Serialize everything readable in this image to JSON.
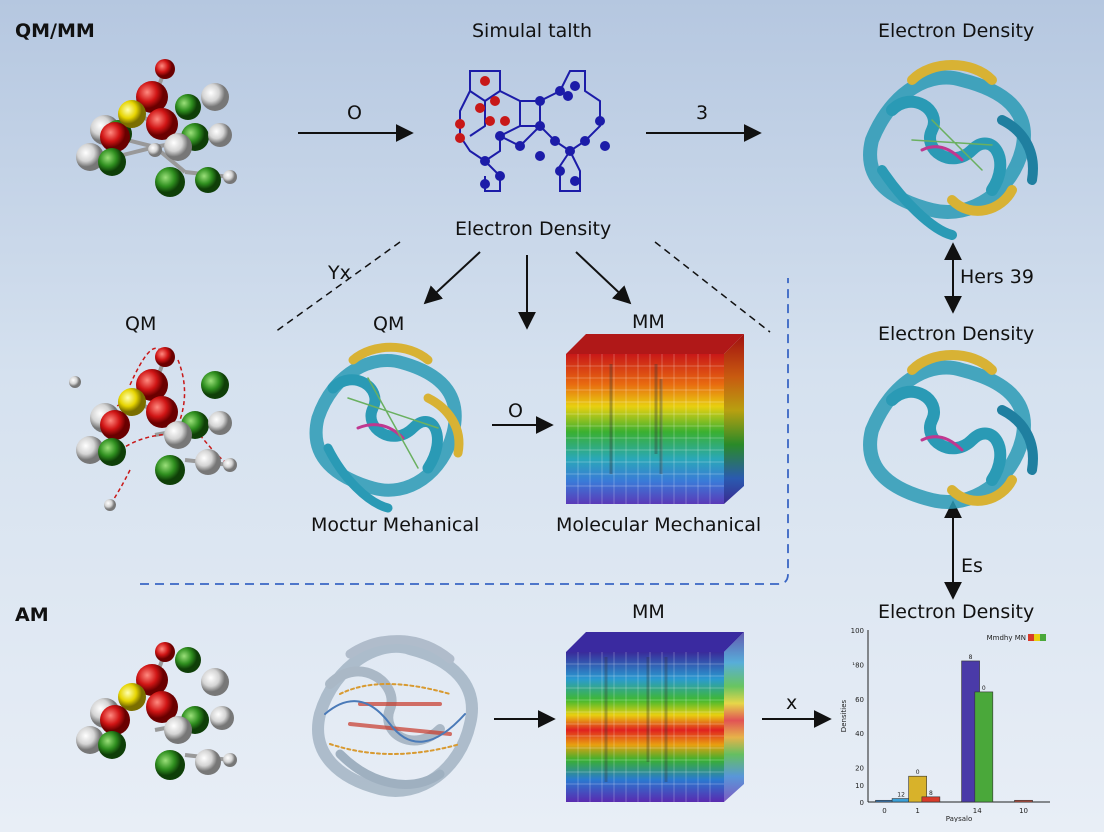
{
  "labels": {
    "qmmm_title": "QM/MM",
    "am_title": "AM",
    "simulation_title": "Simulal talth",
    "ed_top_right": "Electron Density",
    "ed_center": "Electron Density",
    "ed_mid_right": "Electron Density",
    "ed_bottom_right": "Electron Density",
    "qm_left": "QM",
    "qm_center": "QM",
    "mm_center": "MM",
    "mm_bottom": "MM",
    "arrow_o_top": "O",
    "arrow_3_top": "3",
    "arrow_o_mid": "O",
    "arrow_x_bottom": "x",
    "yx_label": "Yx",
    "hers_label": "Hers 39",
    "es_label": "Es",
    "caption_left": "Moctur Mehanical",
    "caption_right": "Molecular Mechanical"
  },
  "colors": {
    "red_atom": "#d01515",
    "green_atom": "#2f8f1f",
    "yellow_atom": "#e6d400",
    "white_atom": "#dcdcdc",
    "blue_network": "#1c1ca8",
    "ribbon_teal": "#2a9ab5",
    "ribbon_gold": "#d8b234",
    "dashed_blue": "#3a66c4"
  },
  "icons": {
    "molecule": "ball-and-stick-molecule",
    "protein": "protein-ribbon",
    "cube": "rainbow-density-cube",
    "network": "ring-network"
  },
  "chart_data": {
    "type": "bar",
    "title": "",
    "legend": "Mmdhy MN",
    "xlabel": "Paysalo",
    "ylabel": "Densities",
    "ylim": [
      0,
      100
    ],
    "y_ticks": [
      "0",
      "10",
      "20",
      "40",
      "60",
      "¹80",
      "100"
    ],
    "x_ticks": [
      "0",
      "1",
      "14",
      "10"
    ],
    "bars": [
      {
        "x": 0,
        "value": 1,
        "color": "#3a7fc0",
        "label": ""
      },
      {
        "x": 0.5,
        "value": 2,
        "color": "#3aa0d8",
        "label": "12"
      },
      {
        "x": 1,
        "value": 15,
        "color": "#d8b22a",
        "label": "0"
      },
      {
        "x": 1.4,
        "value": 3,
        "color": "#d83a2a",
        "label": "8"
      },
      {
        "x": 2.6,
        "value": 82,
        "color": "#4a3aa8",
        "label": "8"
      },
      {
        "x": 3.0,
        "value": 64,
        "color": "#4aa83a",
        "label": "0"
      },
      {
        "x": 4.2,
        "value": 1,
        "color": "#c05040",
        "label": ""
      }
    ]
  }
}
